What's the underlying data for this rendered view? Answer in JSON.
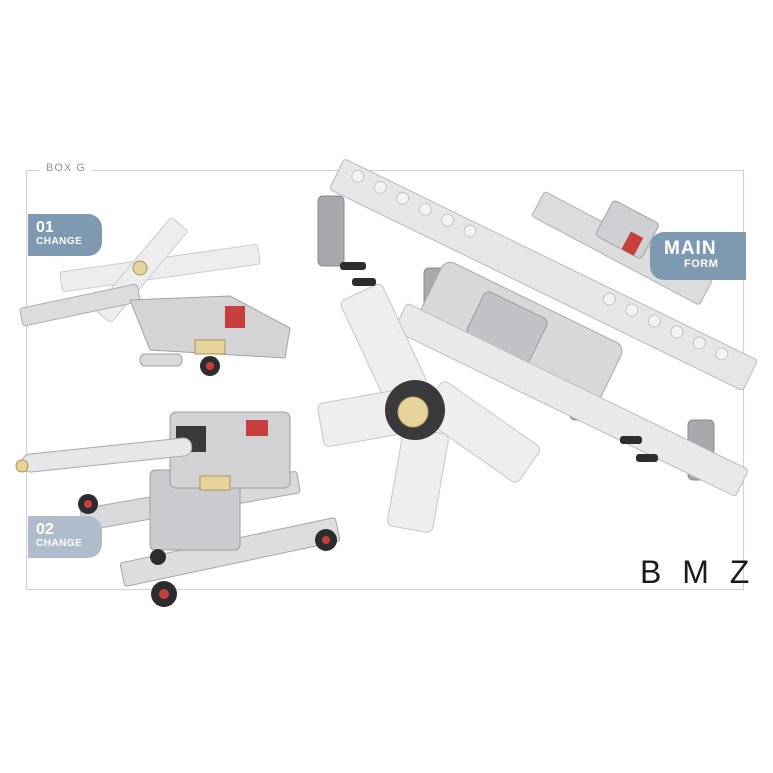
{
  "box_label": "BOX G",
  "tags": {
    "form1": {
      "number": "01",
      "label": "CHANGE"
    },
    "form2": {
      "number": "02",
      "label": "CHANGE"
    },
    "main": {
      "line1": "MAIN",
      "line2": "FORM"
    }
  },
  "watermark": "B M Z",
  "colors": {
    "frame": "#c9d3dc",
    "tag_blue": "#7f99b0",
    "tag_pale": "#aebccb",
    "brick_light": "#e4e4e6",
    "brick_mid": "#bcbcc0",
    "accent_red": "#c8403e",
    "accent_tan": "#e6d39a"
  },
  "models": {
    "main": "biplane-icon",
    "form1": "helicopter-icon",
    "form2": "artillery-cannon-icon"
  }
}
